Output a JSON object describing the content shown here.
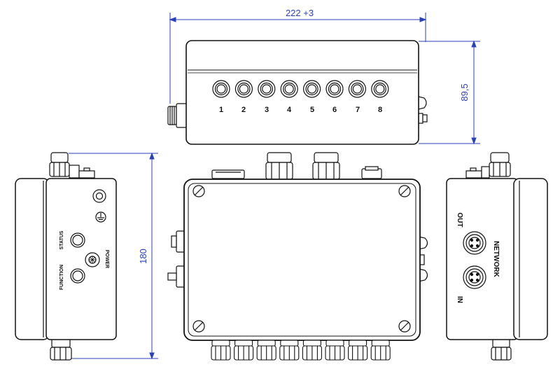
{
  "dimensions": {
    "width_label": "222 +3",
    "height_label": "89,5",
    "depth_label": "180"
  },
  "top_view": {
    "ports": [
      "1",
      "2",
      "3",
      "4",
      "5",
      "6",
      "7",
      "8"
    ]
  },
  "left_view": {
    "status_label": "STATUS",
    "power_label": "POWER",
    "function_label": "FUNCTION"
  },
  "right_view": {
    "network_label": "NETWORK",
    "out_label": "OUT",
    "in_label": "IN"
  },
  "colors": {
    "dimension": "#2b3fb8",
    "outline": "#111111",
    "fill": "#ffffff"
  }
}
